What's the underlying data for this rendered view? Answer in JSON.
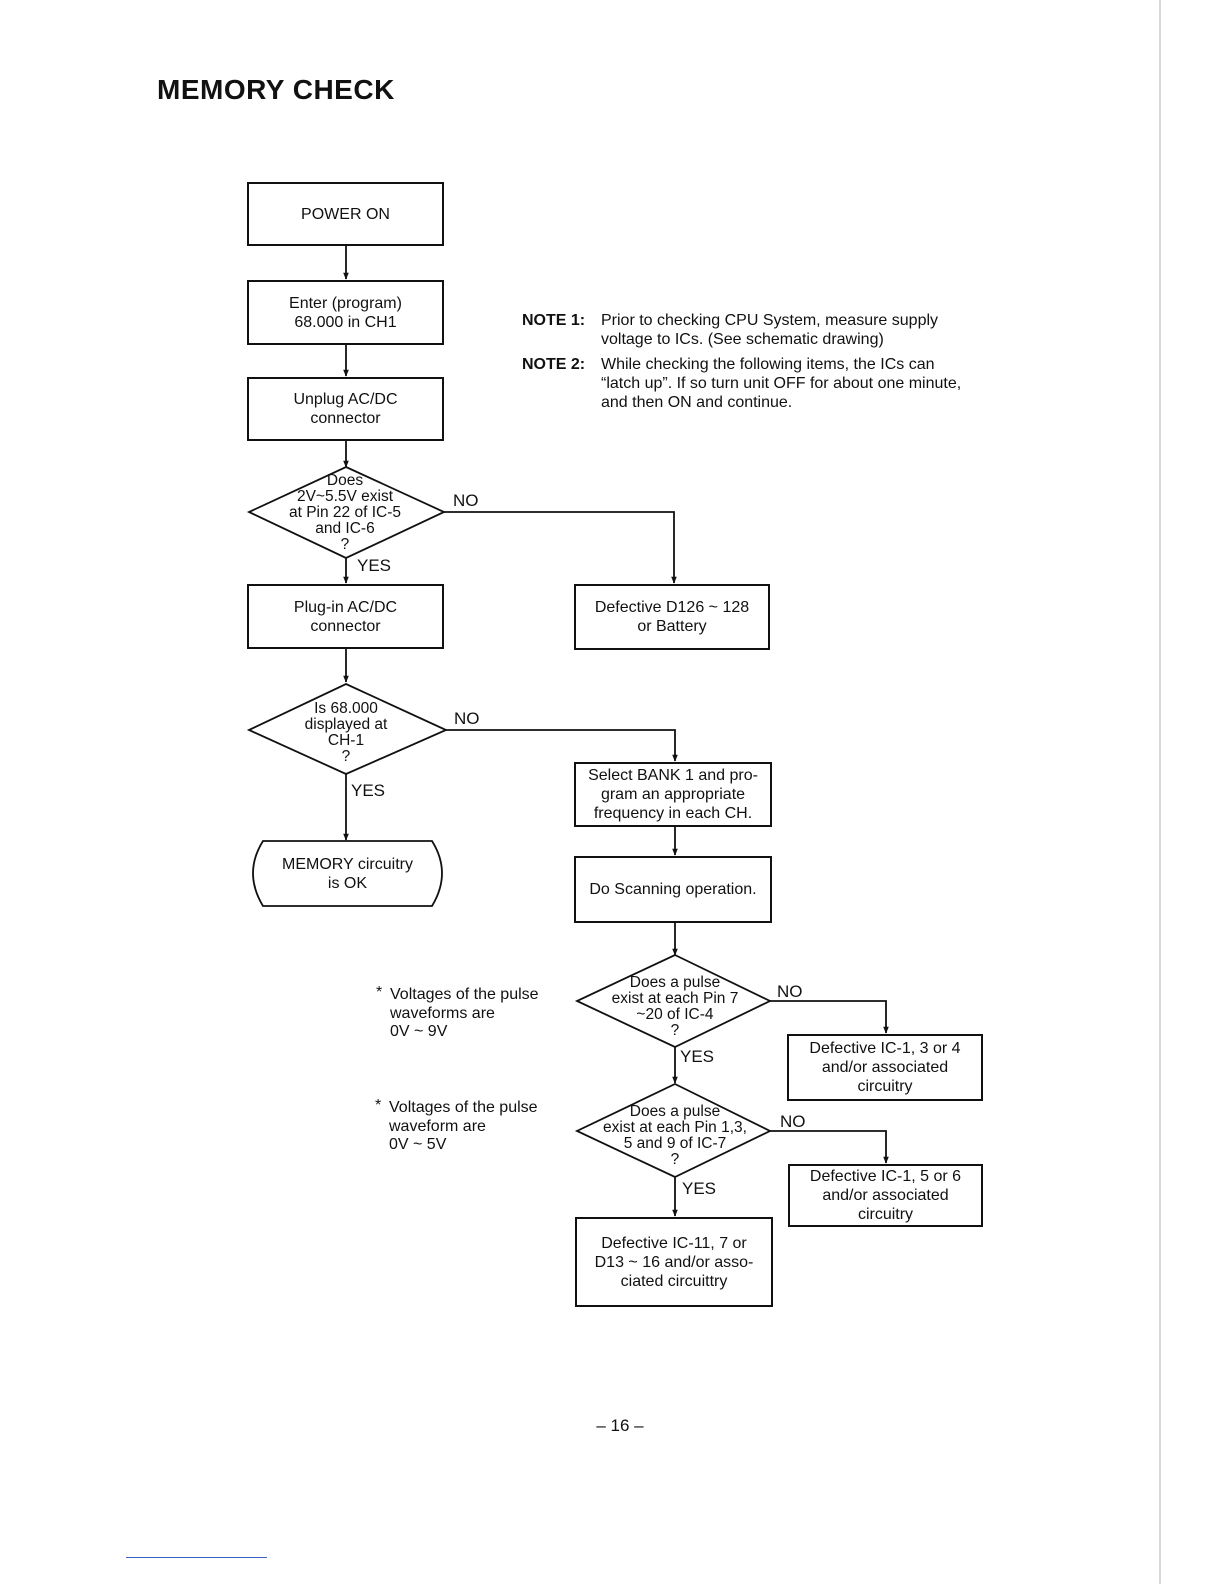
{
  "page_title": "MEMORY CHECK",
  "notes": [
    {
      "label": "NOTE 1:",
      "text": "Prior to checking CPU System, measure supply voltage to ICs. (See schematic drawing)"
    },
    {
      "label": "NOTE 2:",
      "text": "While checking the following items, the ICs can “latch up”.  If so turn unit  OFF for about one minute, and then ON and continue."
    }
  ],
  "flow": {
    "power_on": "POWER ON",
    "enter_program": "Enter (program)\n68.000 in CH1",
    "unplug": "Unplug AC/DC\nconnector",
    "decision_voltage": "Does\n2V~5.5V exist\nat Pin 22 of IC-5\nand IC-6\n?",
    "defective_d126": "Defective D126 ~ 128\nor Battery",
    "plug_in": "Plug-in AC/DC\nconnector",
    "decision_display": "Is 68.000\ndisplayed at\nCH-1\n?",
    "memory_ok": "MEMORY circuitry\nis OK",
    "select_bank": "Select BANK 1 and pro-\ngram an appropriate\nfrequency in each CH.",
    "do_scanning": "Do Scanning operation.",
    "decision_pulse_ic4": "Does a pulse\nexist at each Pin 7\n~20 of IC-4\n?",
    "defective_ic134": "Defective IC-1, 3 or 4\nand/or associated\ncircuitry",
    "decision_pulse_ic7": "Does a pulse\nexist at each Pin 1,3,\n5 and 9 of IC-7\n?",
    "defective_ic156": "Defective IC-1, 5 or 6\nand/or associated\ncircuitry",
    "defective_ic11": "Defective IC-11, 7 or\nD13 ~ 16 and/or asso-\nciated circuittry"
  },
  "labels": {
    "no": "NO",
    "yes": "YES"
  },
  "asides": [
    {
      "star": "*",
      "text": "Voltages of the pulse\nwaveforms are\n0V ~ 9V"
    },
    {
      "star": "*",
      "text": "Voltages of the pulse\nwaveform are\n0V ~ 5V"
    }
  ],
  "page_number": "– 16 –"
}
